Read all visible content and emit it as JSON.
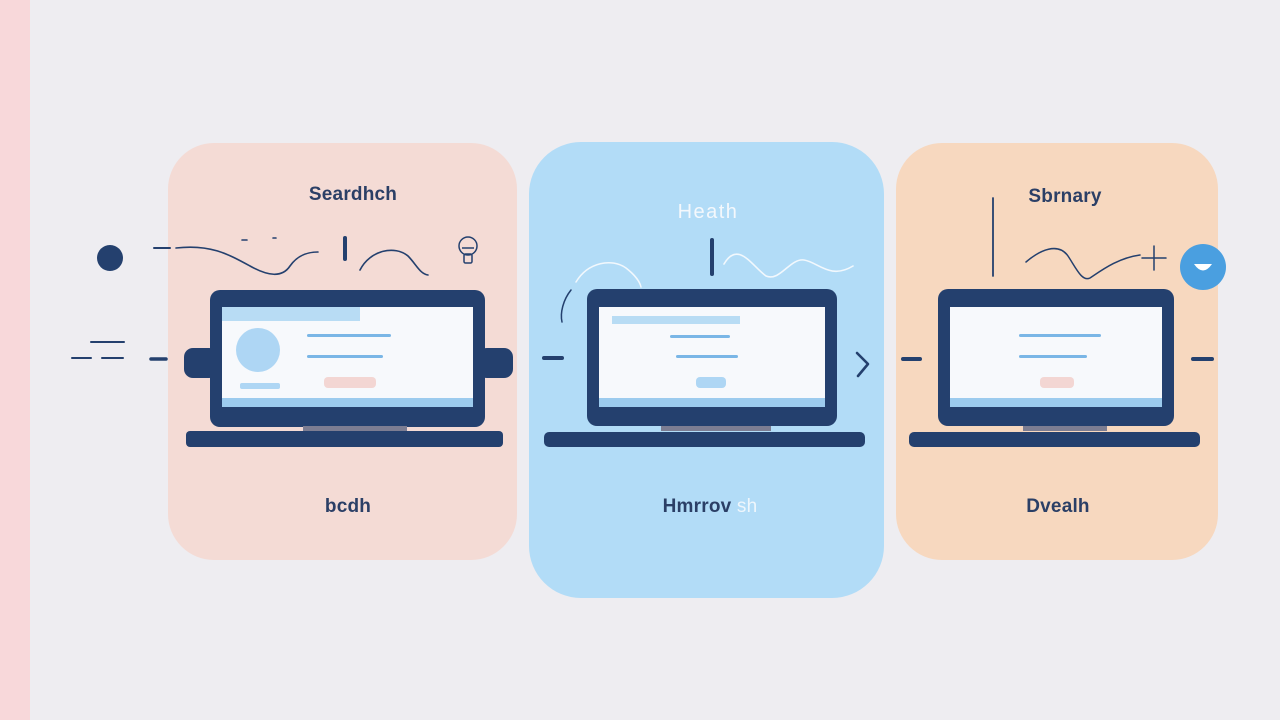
{
  "colors": {
    "background": "#eeedf1",
    "navy": "#24406e",
    "panel_pink": "#f4dbd5",
    "panel_blue": "#b2dcf7",
    "panel_peach": "#f7d8bf",
    "accent_blue": "#4a9fe0"
  },
  "stages": [
    {
      "title": "Seardhch",
      "caption": "bcdh"
    },
    {
      "title": "Heath",
      "caption_main": "Hmrrov",
      "caption_faint": " sh"
    },
    {
      "title": "Sbrnary",
      "caption": "Dvealh"
    }
  ]
}
